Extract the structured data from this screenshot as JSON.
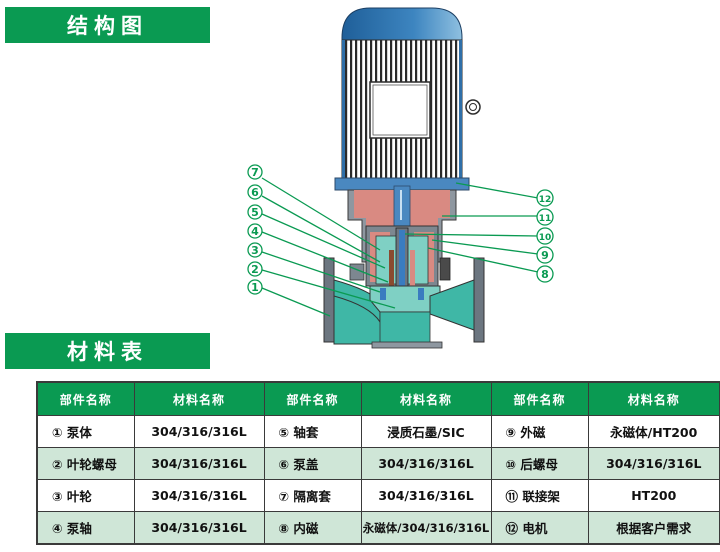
{
  "sections": {
    "structure_title": "结构图",
    "materials_title": "材料表"
  },
  "colors": {
    "banner_green": "#0a9a52",
    "row_alt": "#cfe6d7",
    "motor_blue": "#2f6fa8",
    "casing_teal": "#3fb7a6",
    "bracket_pink": "#d98a82"
  },
  "diagram": {
    "callouts": [
      {
        "num": "①",
        "label": "泵体"
      },
      {
        "num": "②",
        "label": "叶轮螺母"
      },
      {
        "num": "③",
        "label": "叶轮"
      },
      {
        "num": "④",
        "label": "泵轴"
      },
      {
        "num": "⑤",
        "label": "轴套"
      },
      {
        "num": "⑥",
        "label": "泵盖"
      },
      {
        "num": "⑦",
        "label": "隔离套"
      },
      {
        "num": "⑧",
        "label": "内磁"
      },
      {
        "num": "⑨",
        "label": "外磁"
      },
      {
        "num": "⑩",
        "label": "后螺母"
      },
      {
        "num": "⑪",
        "label": "联接架"
      },
      {
        "num": "⑫",
        "label": "电机"
      }
    ]
  },
  "table": {
    "headers": [
      "部件名称",
      "材料名称",
      "部件名称",
      "材料名称",
      "部件名称",
      "材料名称"
    ],
    "rows": [
      [
        "① 泵体",
        "304/316/316L",
        "⑤ 轴套",
        "浸质石墨/SIC",
        "⑨ 外磁",
        "永磁体/HT200"
      ],
      [
        "② 叶轮螺母",
        "304/316/316L",
        "⑥ 泵盖",
        "304/316/316L",
        "⑩ 后螺母",
        "304/316/316L"
      ],
      [
        "③ 叶轮",
        "304/316/316L",
        "⑦ 隔离套",
        "304/316/316L",
        "⑪ 联接架",
        "HT200"
      ],
      [
        "④ 泵轴",
        "304/316/316L",
        "⑧ 内磁",
        "永磁体/304/316/316L",
        "⑫ 电机",
        "根据客户需求"
      ]
    ]
  }
}
